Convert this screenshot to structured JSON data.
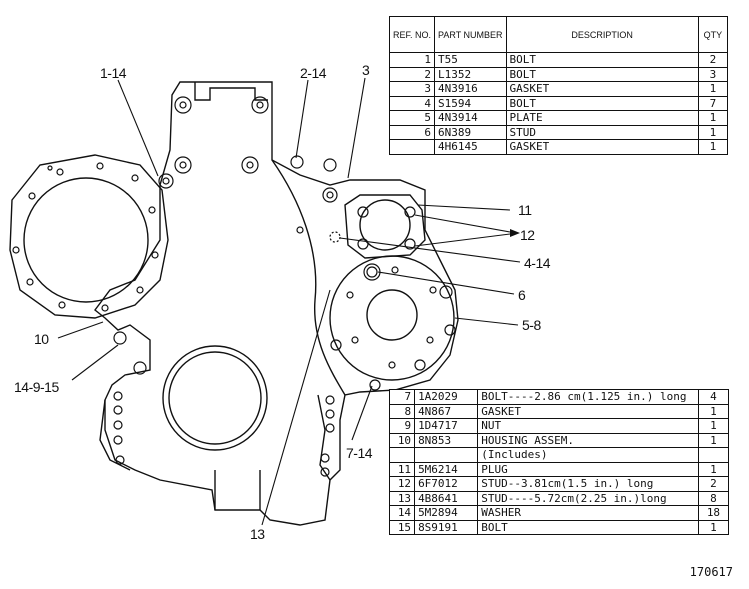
{
  "header": {
    "ref_no": "REF. NO.",
    "part_number": "PART NUMBER",
    "description": "DESCRIPTION",
    "qty": "QTY"
  },
  "parts_top": [
    {
      "ref": "1",
      "part": "T55",
      "desc": "BOLT",
      "qty": "2"
    },
    {
      "ref": "2",
      "part": "L1352",
      "desc": "BOLT",
      "qty": "3"
    },
    {
      "ref": "3",
      "part": "4N3916",
      "desc": "GASKET",
      "qty": "1"
    },
    {
      "ref": "4",
      "part": "S1594",
      "desc": "BOLT",
      "qty": "7"
    },
    {
      "ref": "5",
      "part": "4N3914",
      "desc": "PLATE",
      "qty": "1"
    },
    {
      "ref": "6",
      "part": "6N389",
      "desc": "STUD",
      "qty": "1"
    },
    {
      "ref": "",
      "part": "4H6145",
      "desc": "GASKET",
      "qty": "1"
    }
  ],
  "parts_bottom": [
    {
      "ref": "7",
      "part": "1A2029",
      "desc": "BOLT----2.86 cm(1.125 in.) long",
      "qty": "4"
    },
    {
      "ref": "8",
      "part": "4N867",
      "desc": "GASKET",
      "qty": "1"
    },
    {
      "ref": "9",
      "part": "1D4717",
      "desc": "NUT",
      "qty": "1"
    },
    {
      "ref": "10",
      "part": "8N853",
      "desc": "HOUSING ASSEM.",
      "qty": "1"
    },
    {
      "ref": "",
      "part": "",
      "desc": "(Includes)",
      "qty": ""
    },
    {
      "ref": "11",
      "part": "5M6214",
      "desc": "PLUG",
      "qty": "1"
    },
    {
      "ref": "12",
      "part": "6F7012",
      "desc": "STUD--3.81cm(1.5 in.) long",
      "qty": "2"
    },
    {
      "ref": "13",
      "part": "4B8641",
      "desc": "STUD----5.72cm(2.25 in.)long",
      "qty": "8"
    },
    {
      "ref": "14",
      "part": "5M2894",
      "desc": "WASHER",
      "qty": "18"
    },
    {
      "ref": "15",
      "part": "8S9191",
      "desc": "BOLT",
      "qty": "1"
    }
  ],
  "callouts": {
    "c1_14": "1-14",
    "c2_14": "2-14",
    "c3": "3",
    "c11": "11",
    "c12": "12",
    "c4_14": "4-14",
    "c6": "6",
    "c5_8": "5-8",
    "c10": "10",
    "c14_9_15": "14-9-15",
    "c7_14": "7-14",
    "c13": "13"
  },
  "figure_number": "170617"
}
